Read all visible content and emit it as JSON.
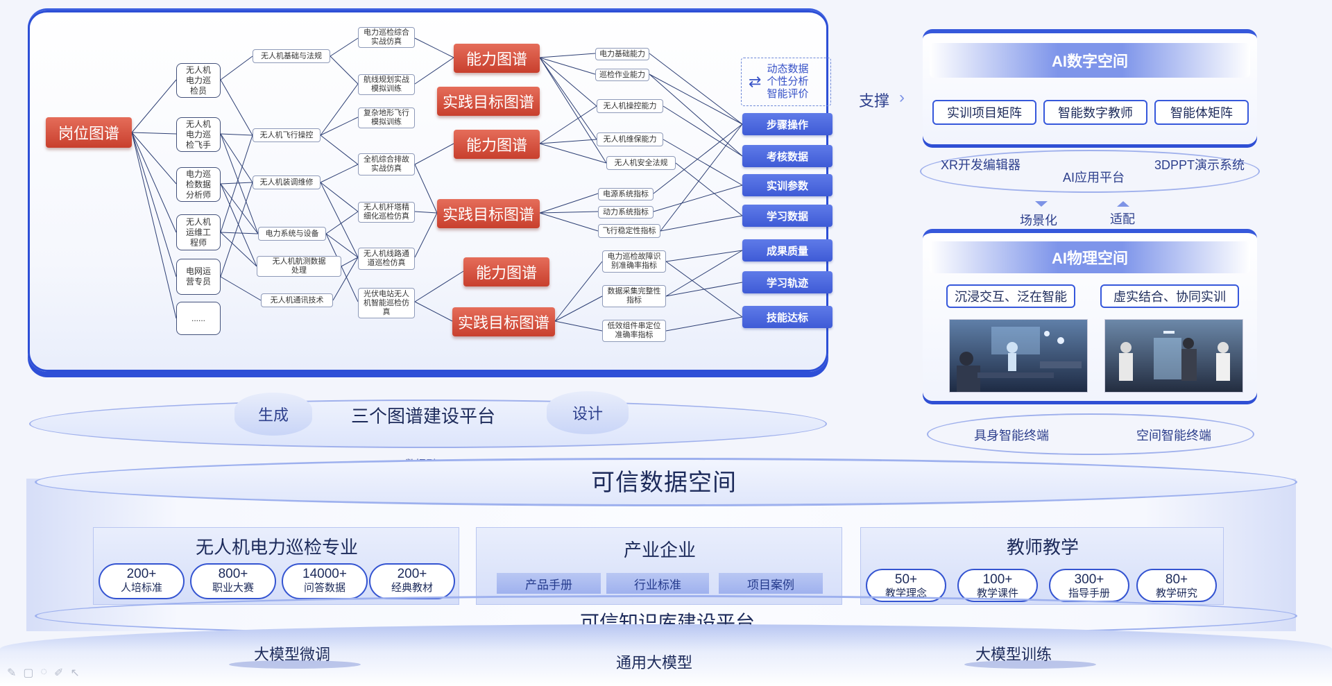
{
  "graph": {
    "role_title": "岗位图谱",
    "roles": [
      "无人机\n电力巡\n检员",
      "无人机\n电力巡\n检飞手",
      "电力巡\n检数据\n分析师",
      "无人机\n运维工\n程师",
      "电网运\n营专员",
      "......"
    ],
    "skills": [
      "无人机基础与法规",
      "无人机飞行操控",
      "无人机装调维修",
      "电力系统与设备",
      "无人机航测数据\n处理",
      "无人机通讯技术"
    ],
    "tasks": [
      "电力巡检综合\n实战仿真",
      "航线规划实战\n模拟训练",
      "复杂地形飞行\n模拟训练",
      "全机综合排故\n实战仿真",
      "无人机杆塔精\n细化巡检仿真",
      "无人机线路通\n道巡检仿真",
      "光伏电站无人\n机智能巡检仿\n真"
    ],
    "red_nodes": [
      "能力图谱",
      "实践目标图谱",
      "能力图谱",
      "实践目标图谱",
      "能力图谱",
      "实践目标图谱"
    ],
    "indicators": [
      "电力基础能力",
      "巡检作业能力",
      "无人机操控能力",
      "无人机维保能力",
      "无人机安全法规",
      "电源系统指标",
      "动力系统指标",
      "飞行稳定性指标",
      "电力巡检故障识\n别准确率指标",
      "数据采集完整性\n指标",
      "低效组件串定位\n准确率指标"
    ],
    "dynamic": [
      "动态数据",
      "个性分析",
      "智能评价"
    ],
    "outputs": [
      "步骤操作",
      "考核数据",
      "实训参数",
      "学习数据",
      "成果质量",
      "学习轨迹",
      "技能达标"
    ]
  },
  "platform": {
    "left_pill": "生成",
    "right_pill": "设计",
    "title": "三个图谱建设平台",
    "data_ref": "数据引用"
  },
  "support_label": "支撑",
  "ai_digital": {
    "title": "AI数字空间",
    "buttons": [
      "实训项目矩阵",
      "智能数字教师",
      "智能体矩阵"
    ],
    "ring_left": "XR开发编辑器",
    "ring_center": "AI应用平台",
    "ring_right": "3DPPT演示系统"
  },
  "arrows": {
    "left": "场景化",
    "right": "适配"
  },
  "ai_physical": {
    "title": "AI物理空间",
    "buttons": [
      "沉浸交互、泛在智能",
      "虚实结合、协同实训"
    ],
    "ring_left": "具身智能终端",
    "ring_right": "空间智能终端"
  },
  "trusted_space": "可信数据空间",
  "segments": [
    {
      "title": "无人机电力巡检专业",
      "stats": [
        {
          "n": "200+",
          "l": "人培标准"
        },
        {
          "n": "800+",
          "l": "职业大赛"
        },
        {
          "n": "14000+",
          "l": "问答数据"
        },
        {
          "n": "200+",
          "l": "经典教材"
        }
      ]
    },
    {
      "title": "产业企业",
      "tags": [
        "产品手册",
        "行业标准",
        "项目案例"
      ]
    },
    {
      "title": "教师教学",
      "stats": [
        {
          "n": "50+",
          "l": "教学理念"
        },
        {
          "n": "100+",
          "l": "教学课件"
        },
        {
          "n": "300+",
          "l": "指导手册"
        },
        {
          "n": "80+",
          "l": "教学研究"
        }
      ]
    }
  ],
  "kb_platform": "可信知识库建设平台",
  "base": {
    "left": "大模型微调",
    "center": "通用大模型",
    "right": "大模型训练"
  },
  "colors": {
    "accent": "#3658db",
    "red": "#d1503d",
    "blue_btn": "#4a66dc"
  }
}
